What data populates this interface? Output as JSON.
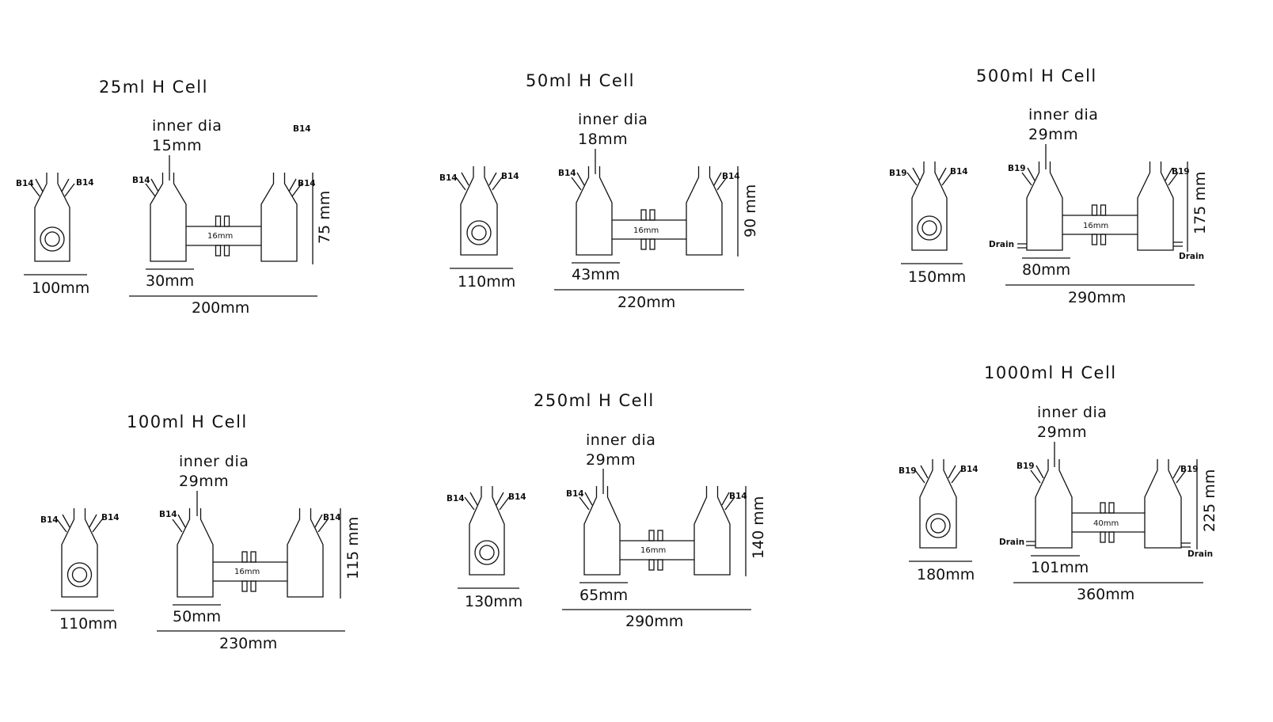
{
  "diagram": {
    "background": "#ffffff",
    "line_color": "#111111",
    "cells": [
      {
        "title": "25ml H Cell",
        "inner_dia_label": "inner dia",
        "inner_dia_value": "15mm",
        "stray_label": "B14",
        "side_view": {
          "left_joint": "B14",
          "right_joint": "B14",
          "width_label": "100mm"
        },
        "front_view": {
          "left_joint": "B14",
          "right_joint": "B14",
          "bridge_label": "16mm",
          "body_width_label": "30mm",
          "height_label": "75 mm",
          "total_width_label": "200mm",
          "drain_left": "",
          "drain_right": ""
        }
      },
      {
        "title": "50ml H Cell",
        "inner_dia_label": "inner dia",
        "inner_dia_value": "18mm",
        "stray_label": "",
        "side_view": {
          "left_joint": "B14",
          "right_joint": "B14",
          "width_label": "110mm"
        },
        "front_view": {
          "left_joint": "B14",
          "right_joint": "B14",
          "bridge_label": "16mm",
          "body_width_label": "43mm",
          "height_label": "90 mm",
          "total_width_label": "220mm",
          "drain_left": "",
          "drain_right": ""
        }
      },
      {
        "title": "500ml H Cell",
        "inner_dia_label": "inner dia",
        "inner_dia_value": "29mm",
        "stray_label": "",
        "side_view": {
          "left_joint": "B19",
          "right_joint": "B14",
          "width_label": "150mm"
        },
        "front_view": {
          "left_joint": "B19",
          "right_joint": "B19",
          "bridge_label": "16mm",
          "body_width_label": "80mm",
          "height_label": "175 mm",
          "total_width_label": "290mm",
          "drain_left": "Drain",
          "drain_right": "Drain"
        }
      },
      {
        "title": "100ml H Cell",
        "inner_dia_label": "inner dia",
        "inner_dia_value": "29mm",
        "stray_label": "",
        "side_view": {
          "left_joint": "B14",
          "right_joint": "B14",
          "width_label": "110mm"
        },
        "front_view": {
          "left_joint": "B14",
          "right_joint": "B14",
          "bridge_label": "16mm",
          "body_width_label": "50mm",
          "height_label": "115 mm",
          "total_width_label": "230mm",
          "drain_left": "",
          "drain_right": ""
        }
      },
      {
        "title": "250ml H Cell",
        "inner_dia_label": "inner dia",
        "inner_dia_value": "29mm",
        "stray_label": "",
        "side_view": {
          "left_joint": "B14",
          "right_joint": "B14",
          "width_label": "130mm"
        },
        "front_view": {
          "left_joint": "B14",
          "right_joint": "B14",
          "bridge_label": "16mm",
          "body_width_label": "65mm",
          "height_label": "140 mm",
          "total_width_label": "290mm",
          "drain_left": "",
          "drain_right": ""
        }
      },
      {
        "title": "1000ml H Cell",
        "inner_dia_label": "inner dia",
        "inner_dia_value": "29mm",
        "stray_label": "",
        "side_view": {
          "left_joint": "B19",
          "right_joint": "B14",
          "width_label": "180mm"
        },
        "front_view": {
          "left_joint": "B19",
          "right_joint": "B19",
          "bridge_label": "40mm",
          "body_width_label": "101mm",
          "height_label": "225 mm",
          "total_width_label": "360mm",
          "drain_left": "Drain",
          "drain_right": "Drain"
        }
      }
    ]
  }
}
